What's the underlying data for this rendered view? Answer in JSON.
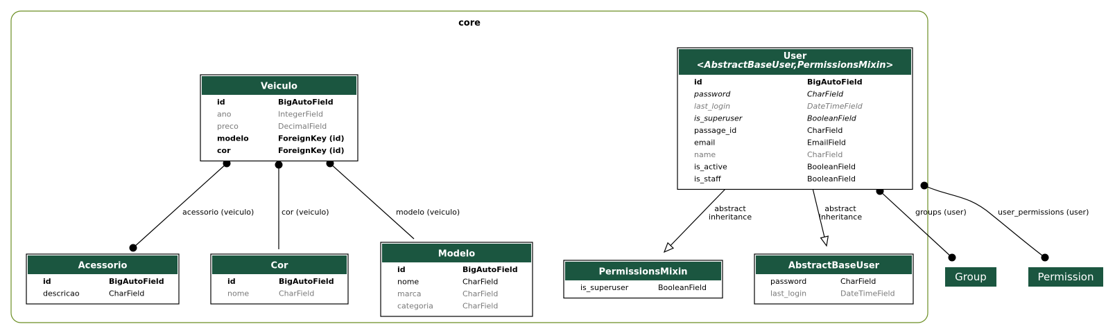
{
  "package": {
    "name": "core"
  },
  "colors": {
    "header": "#1b5640",
    "package_border": "#6b8e23",
    "field_muted": "#7a7a7a",
    "text": "#000000"
  },
  "models": [
    {
      "key": "veiculo",
      "title": [
        "Veiculo"
      ],
      "fields": [
        {
          "name": "id",
          "type": "BigAutoField",
          "style": "bold"
        },
        {
          "name": "ano",
          "type": "IntegerField",
          "style": "muted"
        },
        {
          "name": "preco",
          "type": "DecimalField",
          "style": "muted"
        },
        {
          "name": "modelo",
          "type": "ForeignKey (id)",
          "style": "bold"
        },
        {
          "name": "cor",
          "type": "ForeignKey (id)",
          "style": "bold"
        }
      ]
    },
    {
      "key": "acessorio",
      "title": [
        "Acessorio"
      ],
      "fields": [
        {
          "name": "id",
          "type": "BigAutoField",
          "style": "bold"
        },
        {
          "name": "descricao",
          "type": "CharField",
          "style": "normal"
        }
      ]
    },
    {
      "key": "cor",
      "title": [
        "Cor"
      ],
      "fields": [
        {
          "name": "id",
          "type": "BigAutoField",
          "style": "bold"
        },
        {
          "name": "nome",
          "type": "CharField",
          "style": "muted"
        }
      ]
    },
    {
      "key": "modelo",
      "title": [
        "Modelo"
      ],
      "fields": [
        {
          "name": "id",
          "type": "BigAutoField",
          "style": "bold"
        },
        {
          "name": "nome",
          "type": "CharField",
          "style": "normal"
        },
        {
          "name": "marca",
          "type": "CharField",
          "style": "muted"
        },
        {
          "name": "categoria",
          "type": "CharField",
          "style": "muted"
        }
      ]
    },
    {
      "key": "user",
      "title": [
        "User",
        "<AbstractBaseUser,PermissionsMixin>"
      ],
      "fields": [
        {
          "name": "id",
          "type": "BigAutoField",
          "style": "bold"
        },
        {
          "name": "password",
          "type": "CharField",
          "style": "italic"
        },
        {
          "name": "last_login",
          "type": "DateTimeField",
          "style": "italic-muted"
        },
        {
          "name": "is_superuser",
          "type": "BooleanField",
          "style": "italic"
        },
        {
          "name": "passage_id",
          "type": "CharField",
          "style": "normal"
        },
        {
          "name": "email",
          "type": "EmailField",
          "style": "normal"
        },
        {
          "name": "name",
          "type": "CharField",
          "style": "muted"
        },
        {
          "name": "is_active",
          "type": "BooleanField",
          "style": "normal"
        },
        {
          "name": "is_staff",
          "type": "BooleanField",
          "style": "normal"
        }
      ]
    },
    {
      "key": "permissionsmixin",
      "title": [
        "PermissionsMixin"
      ],
      "fields": [
        {
          "name": "is_superuser",
          "type": "BooleanField",
          "style": "normal"
        }
      ]
    },
    {
      "key": "abstractbaseuser",
      "title": [
        "AbstractBaseUser"
      ],
      "fields": [
        {
          "name": "password",
          "type": "CharField",
          "style": "normal"
        },
        {
          "name": "last_login",
          "type": "DateTimeField",
          "style": "muted"
        }
      ]
    }
  ],
  "external_models": [
    {
      "key": "group",
      "label": "Group"
    },
    {
      "key": "permission",
      "label": "Permission"
    }
  ],
  "relations": [
    {
      "key": "acessorio-veiculo",
      "label": [
        "acessorio (veiculo)"
      ],
      "kind": "foreign-key"
    },
    {
      "key": "cor-veiculo",
      "label": [
        "cor (veiculo)"
      ],
      "kind": "foreign-key"
    },
    {
      "key": "modelo-veiculo",
      "label": [
        "modelo (veiculo)"
      ],
      "kind": "foreign-key"
    },
    {
      "key": "user-permissionsmixin",
      "label": [
        "abstract",
        "inheritance"
      ],
      "kind": "inheritance"
    },
    {
      "key": "user-abstractbaseuser",
      "label": [
        "abstract",
        "inheritance"
      ],
      "kind": "inheritance"
    },
    {
      "key": "groups-user",
      "label": [
        "groups (user)"
      ],
      "kind": "many-to-many"
    },
    {
      "key": "user-permissions-user",
      "label": [
        "user_permissions (user)"
      ],
      "kind": "many-to-many"
    }
  ]
}
